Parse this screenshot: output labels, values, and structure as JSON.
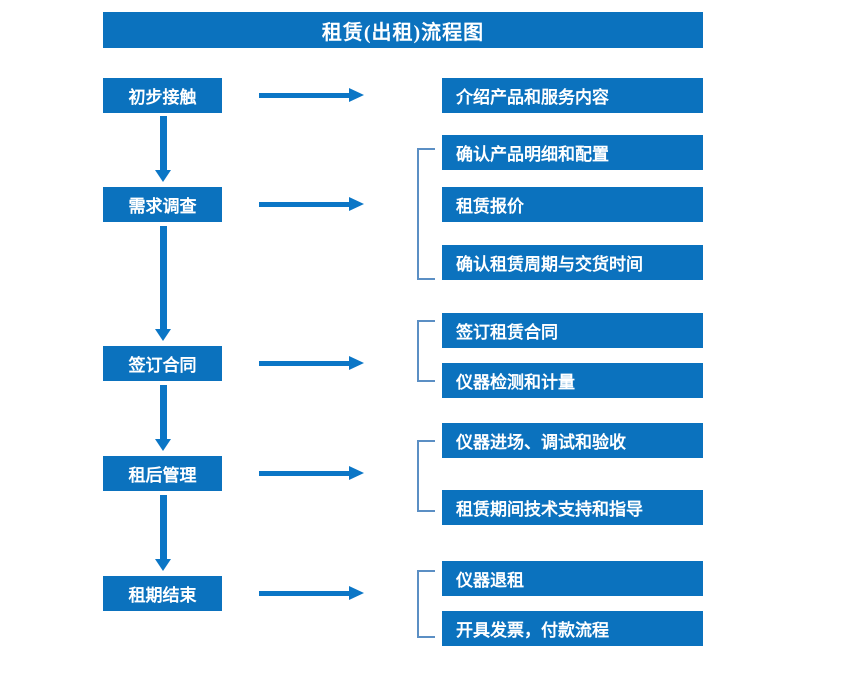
{
  "title": "租赁(出租)流程图",
  "colors": {
    "box_blue": "#0b72be",
    "arrow_blue": "#0b76c6",
    "bracket_blue": "#5b8fc4",
    "text_white": "#ffffff",
    "background": "#ffffff"
  },
  "stages": [
    {
      "label": "初步接触"
    },
    {
      "label": "需求调查"
    },
    {
      "label": "签订合同"
    },
    {
      "label": "租后管理"
    },
    {
      "label": "租期结束"
    }
  ],
  "details": [
    {
      "label": "介绍产品和服务内容"
    },
    {
      "label": "确认产品明细和配置"
    },
    {
      "label": "租赁报价"
    },
    {
      "label": "确认租赁周期与交货时间"
    },
    {
      "label": "签订租赁合同"
    },
    {
      "label": "仪器检测和计量"
    },
    {
      "label": "仪器进场、调试和验收"
    },
    {
      "label": "租赁期间技术支持和指导"
    },
    {
      "label": "仪器退租"
    },
    {
      "label": "开具发票，付款流程"
    }
  ],
  "connectors": {
    "horizontal_arrow_icon": "arrow-right-icon",
    "vertical_arrow_icon": "arrow-down-icon",
    "bracket_icon": "group-bracket-icon"
  }
}
